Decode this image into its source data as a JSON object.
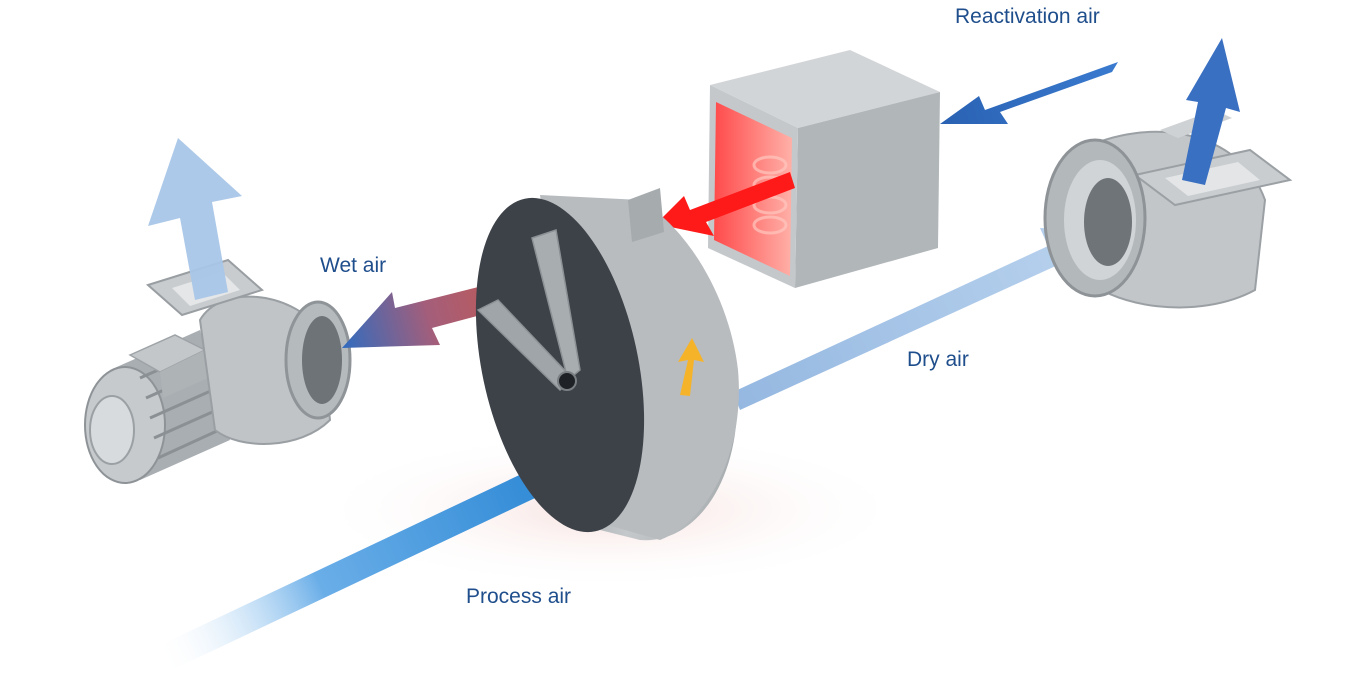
{
  "labels": {
    "reactivation_air": "Reactivation air",
    "wet_air": "Wet air",
    "dry_air": "Dry air",
    "process_air": "Process air"
  },
  "colors": {
    "label_text": "#1f4e8c",
    "process_air": "#1e7fd0",
    "dry_air": "#a9c6e8",
    "reactivation_air": "#2f6cc0",
    "heated_air": "#ff1a1a",
    "rotation_arrow": "#f5b32a",
    "metal": "#b7bcbf",
    "rotor_face": "#3d4249"
  },
  "icons": {
    "left_fan": "centrifugal-fan-with-motor-icon",
    "right_fan": "centrifugal-fan-icon",
    "heater": "heater-box-icon",
    "rotor": "desiccant-rotor-icon"
  }
}
